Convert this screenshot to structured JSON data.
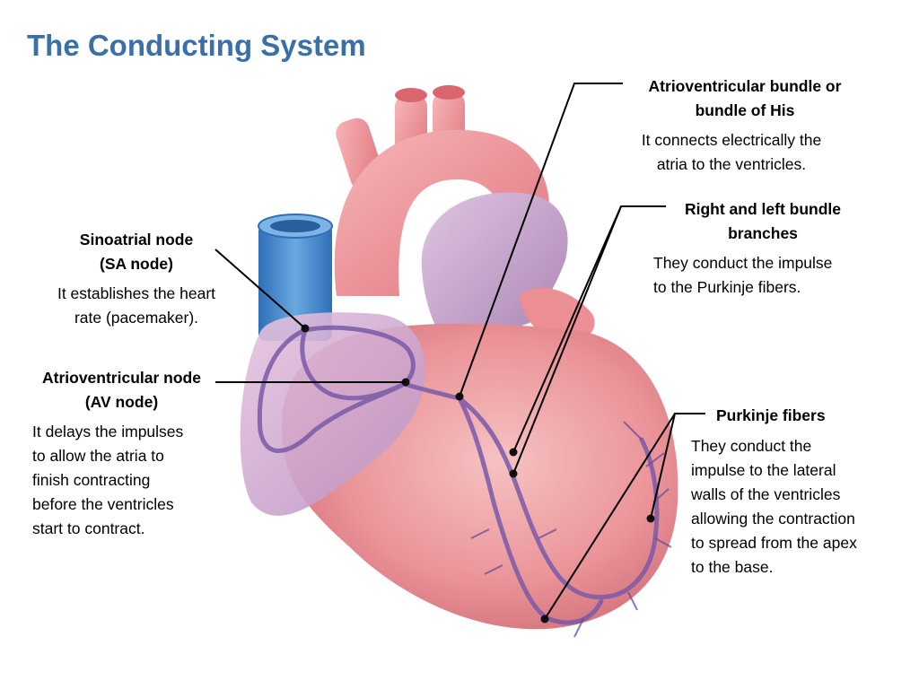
{
  "title": "The Conducting System",
  "labels": {
    "sa_node": {
      "title_line1": "Sinoatrial node",
      "title_line2": "(SA node)",
      "desc_line1": "It establishes the heart",
      "desc_line2": "rate (pacemaker)."
    },
    "av_node": {
      "title_line1": "Atrioventricular node",
      "title_line2": "(AV node)",
      "desc_lines": [
        "It delays the impulses",
        "to allow the atria to",
        "finish contracting",
        "before the ventricles",
        "start to contract."
      ]
    },
    "bundle_his": {
      "title_line1": "Atrioventricular bundle or",
      "title_line2": "bundle of His",
      "desc_line1": "It connects electrically the",
      "desc_line2": "atria to the ventricles."
    },
    "bundle_branches": {
      "title_line1": "Right and left bundle",
      "title_line2": "branches",
      "desc_line1": "They conduct the impulse",
      "desc_line2": "to the Purkinje fibers."
    },
    "purkinje": {
      "title": "Purkinje fibers",
      "desc_lines": [
        "They conduct the",
        "impulse to the lateral",
        "walls of the ventricles",
        "allowing the contraction",
        "to spread from the apex",
        "to the base."
      ]
    }
  },
  "colors": {
    "title": "#3a6fa8",
    "heart_red": "#e8858c",
    "aorta": "#f2a0a4",
    "vena_cava": "#4f8fd0",
    "pulmonary": "#c9a8cc",
    "conduction": "#7a5aa8"
  }
}
